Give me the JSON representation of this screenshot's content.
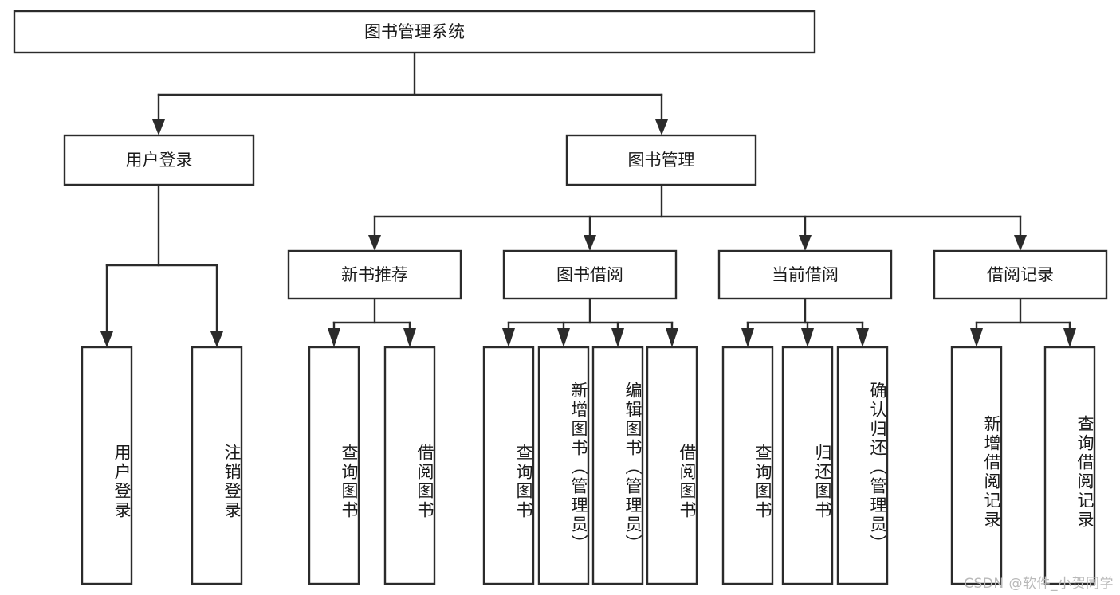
{
  "diagram": {
    "title": "图书管理系统",
    "type": "hierarchy-tree",
    "levels": 4,
    "colors": {
      "box_fill": "#ffffff",
      "box_stroke": "#2b2b2b",
      "text": "#1a1a1a",
      "watermark": "#b9b9b9"
    },
    "root": {
      "id": "root",
      "label": "图书管理系统",
      "orientation": "horizontal"
    },
    "level2": [
      {
        "id": "user-login",
        "label": "用户登录",
        "orientation": "horizontal"
      },
      {
        "id": "book-management",
        "label": "图书管理",
        "orientation": "horizontal"
      }
    ],
    "level3": [
      {
        "id": "new-book-recommend",
        "label": "新书推荐",
        "orientation": "horizontal",
        "parent": "book-management"
      },
      {
        "id": "book-borrow",
        "label": "图书借阅",
        "orientation": "horizontal",
        "parent": "book-management"
      },
      {
        "id": "current-borrow",
        "label": "当前借阅",
        "orientation": "horizontal",
        "parent": "book-management"
      },
      {
        "id": "borrow-record",
        "label": "借阅记录",
        "orientation": "horizontal",
        "parent": "book-management"
      }
    ],
    "leaves": [
      {
        "id": "leaf-user-login",
        "label": "用户登录",
        "parent": "user-login",
        "orientation": "vertical"
      },
      {
        "id": "leaf-logout-login",
        "label": "注销登录",
        "parent": "user-login",
        "orientation": "vertical"
      },
      {
        "id": "leaf-query-book-recommend",
        "label": "查询图书",
        "parent": "new-book-recommend",
        "orientation": "vertical"
      },
      {
        "id": "leaf-borrow-book-recommend",
        "label": "借阅图书",
        "parent": "new-book-recommend",
        "orientation": "vertical"
      },
      {
        "id": "leaf-query-book-borrow",
        "label": "查询图书",
        "parent": "book-borrow",
        "orientation": "vertical"
      },
      {
        "id": "leaf-add-book-admin",
        "label": "新增图书（管理员）",
        "parent": "book-borrow",
        "orientation": "vertical"
      },
      {
        "id": "leaf-edit-book-admin",
        "label": "编辑图书（管理员）",
        "parent": "book-borrow",
        "orientation": "vertical"
      },
      {
        "id": "leaf-borrow-book",
        "label": "借阅图书",
        "parent": "book-borrow",
        "orientation": "vertical"
      },
      {
        "id": "leaf-query-book-current",
        "label": "查询图书",
        "parent": "current-borrow",
        "orientation": "vertical"
      },
      {
        "id": "leaf-return-book",
        "label": "归还图书",
        "parent": "current-borrow",
        "orientation": "vertical"
      },
      {
        "id": "leaf-confirm-return-admin",
        "label": "确认归还（管理员）",
        "parent": "current-borrow",
        "orientation": "vertical"
      },
      {
        "id": "leaf-add-borrow-record",
        "label": "新增借阅记录",
        "parent": "borrow-record",
        "orientation": "vertical"
      },
      {
        "id": "leaf-query-borrow-record",
        "label": "查询借阅记录",
        "parent": "borrow-record",
        "orientation": "vertical"
      }
    ]
  },
  "watermark": {
    "text": "CSDN @软件_小贺同学"
  }
}
